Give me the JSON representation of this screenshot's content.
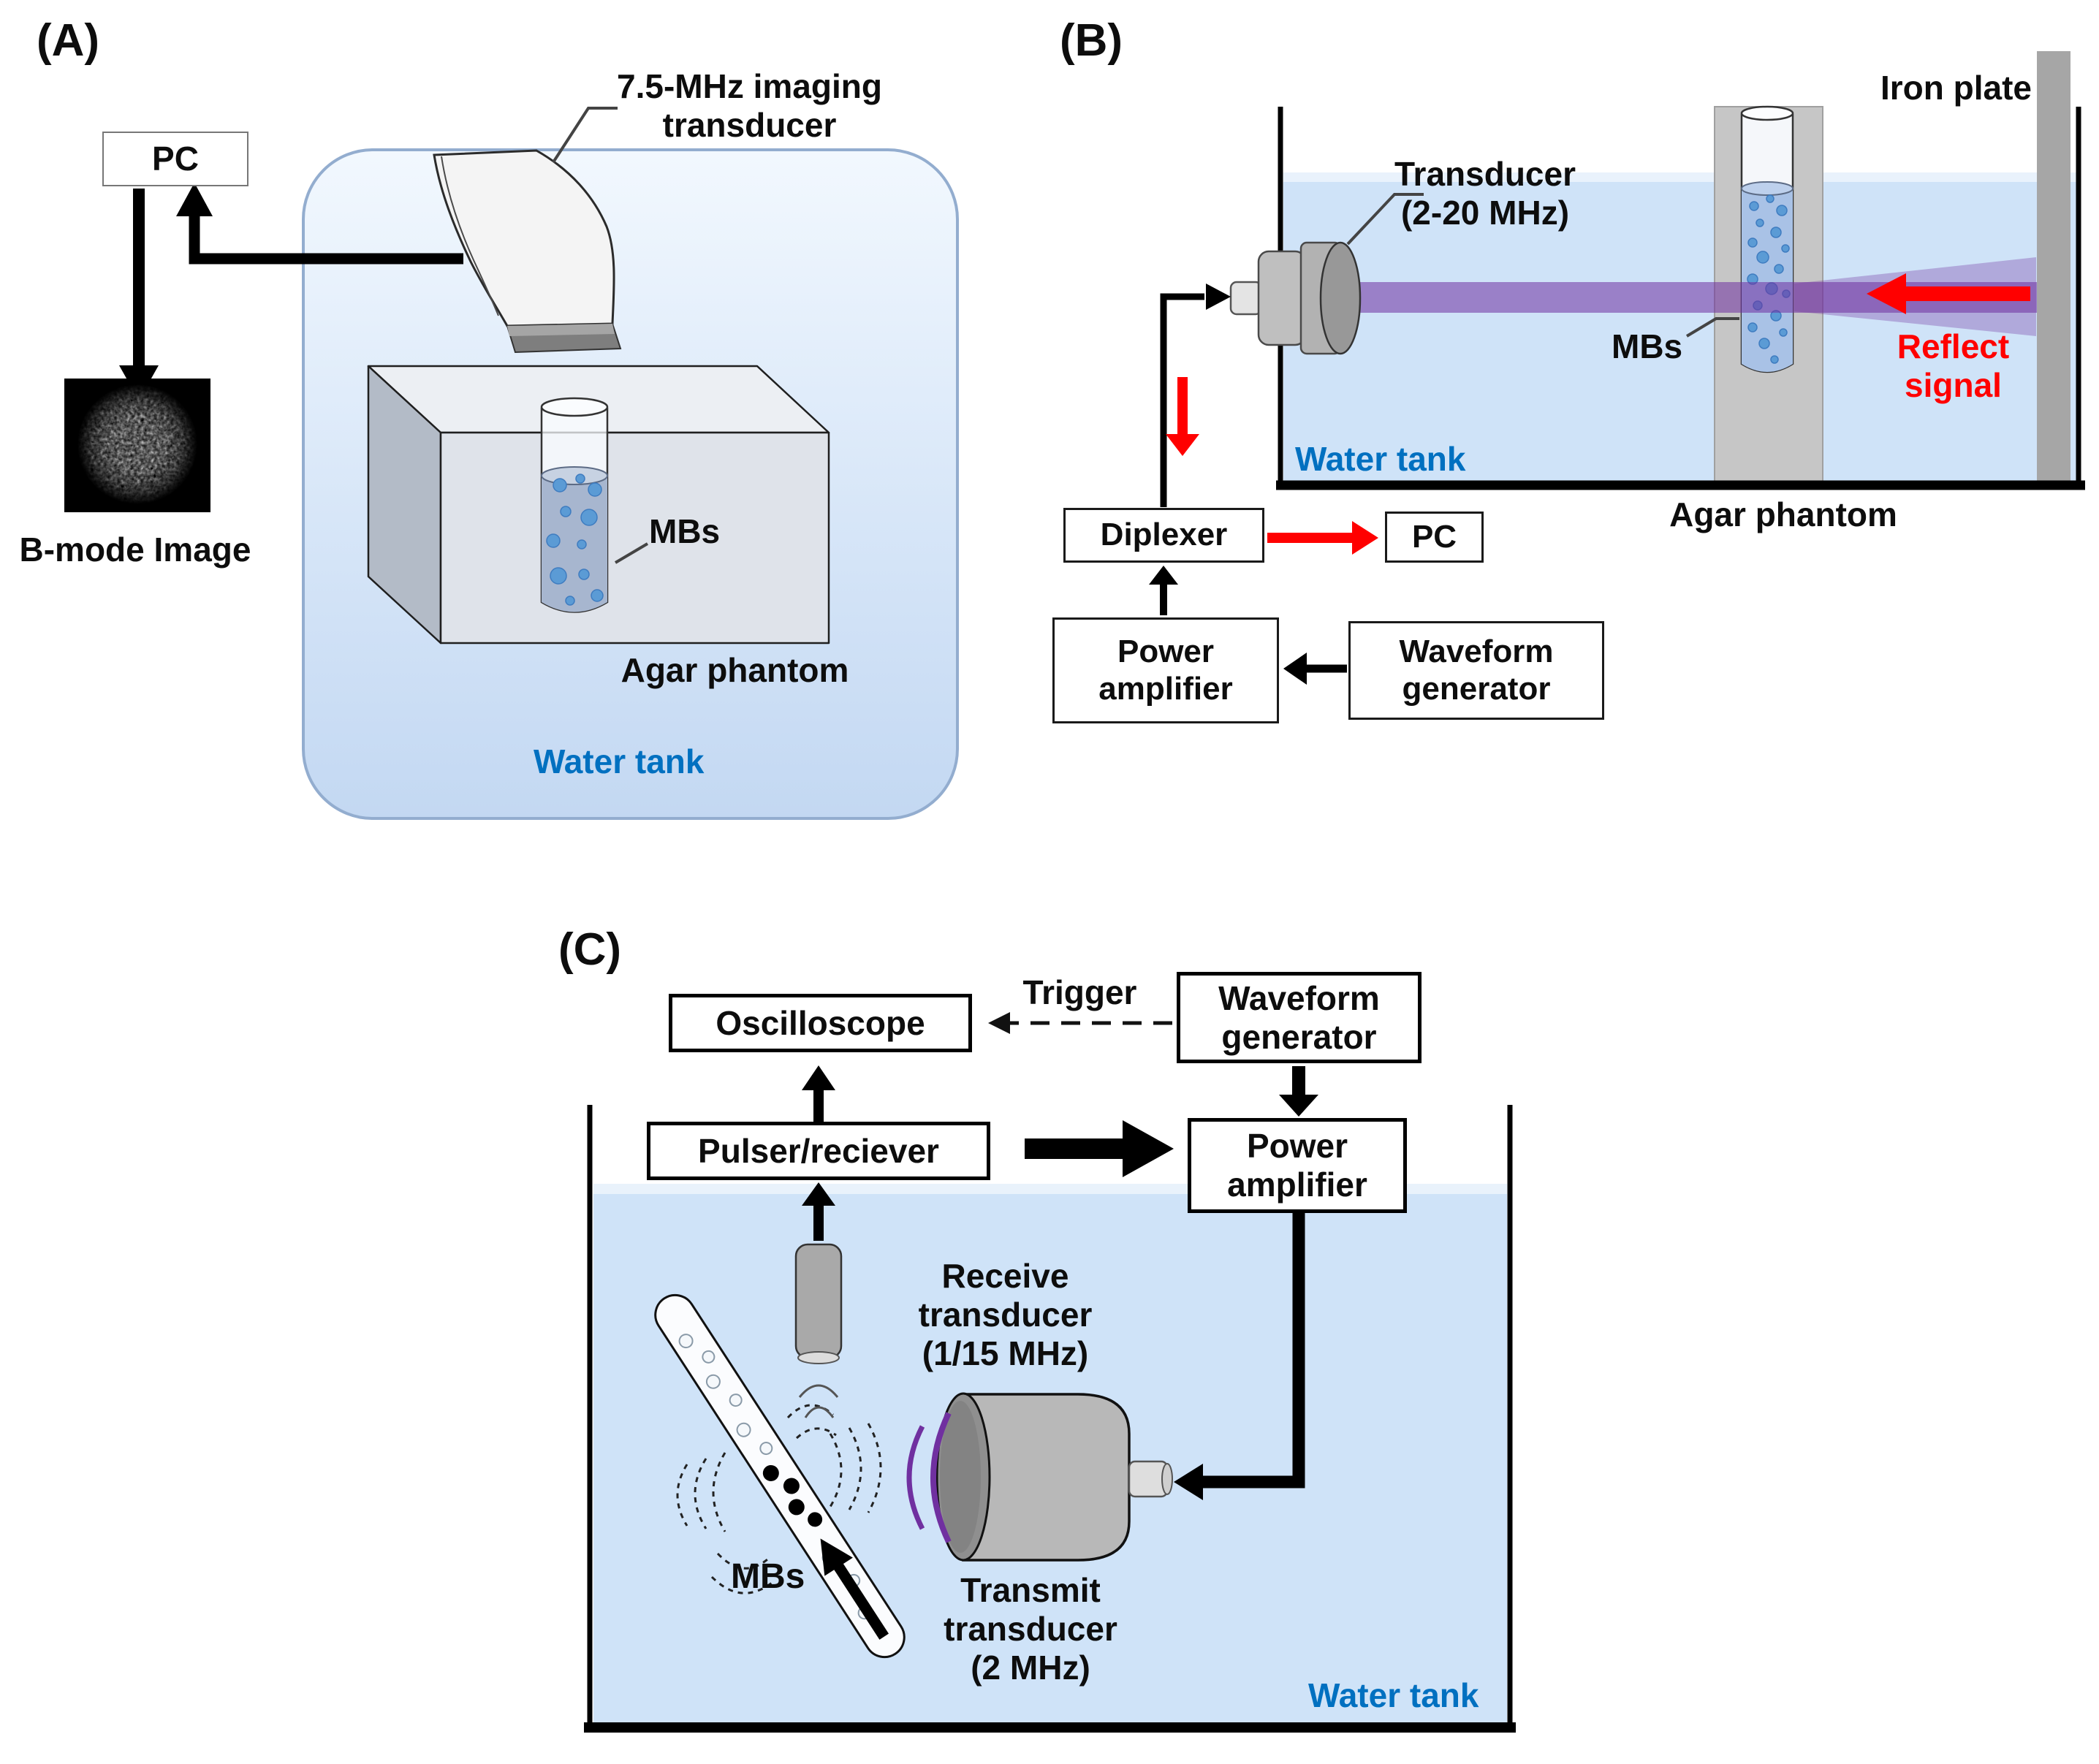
{
  "colors": {
    "water_blue": "#cfe3f8",
    "tank_a_gradient_top": "#f2f8fe",
    "tank_a_gradient_bottom": "#c3d8f2",
    "label_blue": "#0070C0",
    "signal_red": "#FF0000",
    "beam_purple": "#7030A0",
    "iron_gray": "#a6a6a6",
    "agar_gray": "#c6c6c6",
    "bubble_blue": "#5b9bd5"
  },
  "panel_a": {
    "tag": "(A)",
    "pc": "PC",
    "bmode_caption": "B-mode Image",
    "transducer_line1": "7.5-MHz imaging",
    "transducer_line2": "transducer",
    "mbs": "MBs",
    "agar": "Agar phantom",
    "water": "Water tank"
  },
  "panel_b": {
    "tag": "(B)",
    "transducer_line1": "Transducer",
    "transducer_line2": "(2-20 MHz)",
    "iron_plate": "Iron plate",
    "mbs": "MBs",
    "reflect_line1": "Reflect",
    "reflect_line2": "signal",
    "water": "Water tank",
    "agar": "Agar phantom",
    "diplexer": "Diplexer",
    "pc": "PC",
    "power_line1": "Power",
    "power_line2": "amplifier",
    "waveform_line1": "Waveform",
    "waveform_line2": "generator"
  },
  "panel_c": {
    "tag": "(C)",
    "oscilloscope": "Oscilloscope",
    "trigger": "Trigger",
    "waveform_line1": "Waveform",
    "waveform_line2": "generator",
    "pulser": "Pulser/reciever",
    "power_line1": "Power",
    "power_line2": "amplifier",
    "receive_line1": "Receive transducer",
    "receive_line2": "(1/15 MHz)",
    "transmit_line1": "Transmit",
    "transmit_line2": "transducer",
    "transmit_line3": "(2 MHz)",
    "mbs": "MBs",
    "water": "Water tank"
  }
}
